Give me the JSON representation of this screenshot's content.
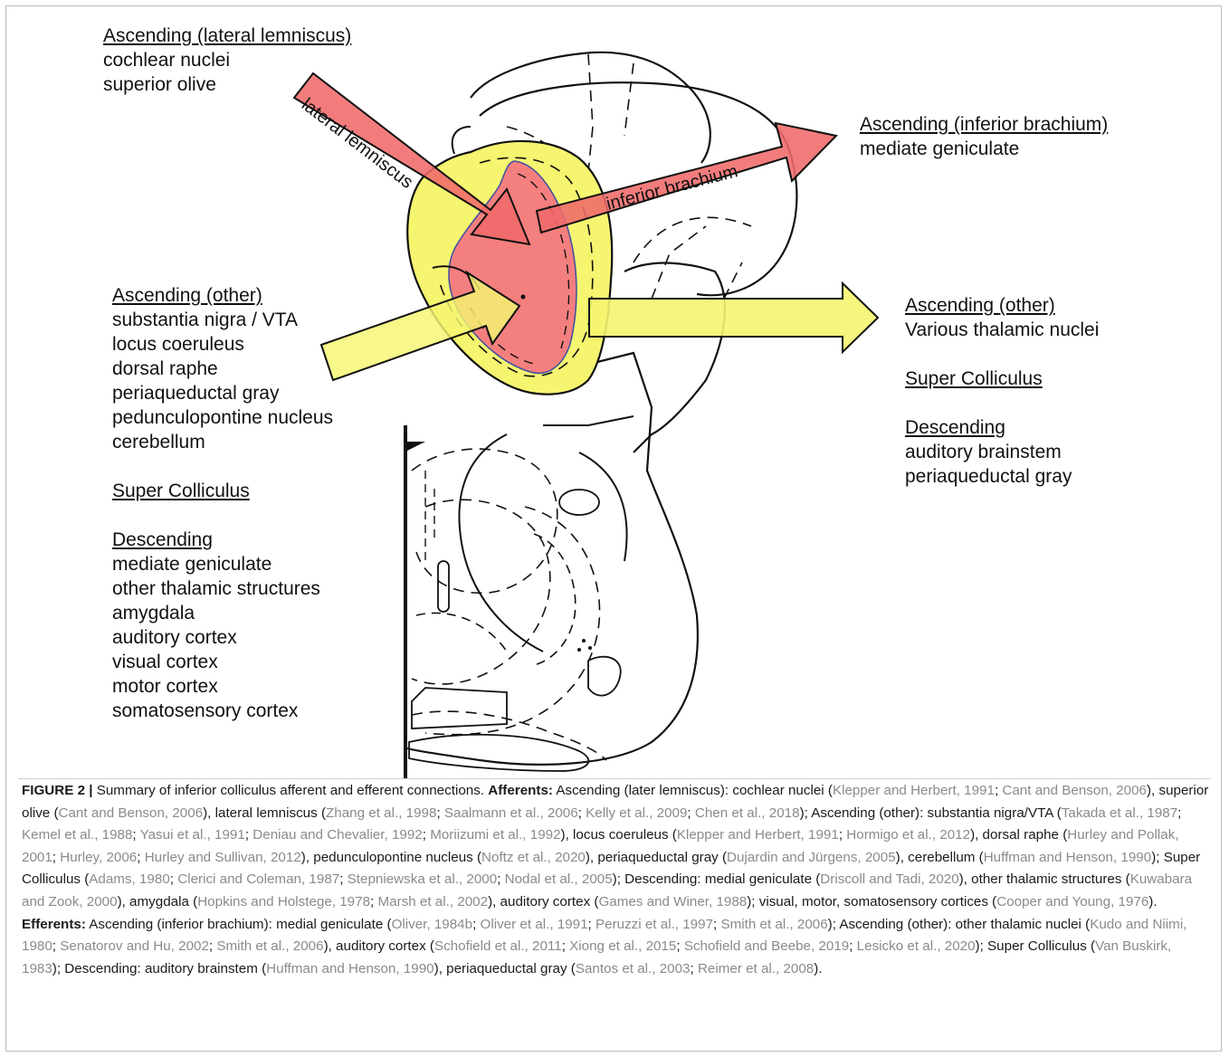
{
  "figure": {
    "left_blocks": [
      {
        "id": "asc-ll",
        "groups": [
          {
            "heading": "Ascending (lateral lemniscus)",
            "items": [
              "cochlear nuclei",
              "superior olive"
            ]
          }
        ]
      },
      {
        "id": "asc-other-left",
        "groups": [
          {
            "heading": "Ascending (other)",
            "items": [
              "substantia nigra / VTA",
              "locus coeruleus",
              "dorsal raphe",
              "periaqueductal gray",
              "pedunculopontine nucleus",
              "cerebellum"
            ]
          },
          {
            "heading": "Super Colliculus",
            "items": []
          },
          {
            "heading": "Descending",
            "items": [
              "mediate geniculate",
              "other thalamic structures",
              "amygdala",
              "auditory cortex",
              "visual cortex",
              "motor cortex",
              "somatosensory cortex"
            ]
          }
        ]
      }
    ],
    "right_blocks": [
      {
        "id": "asc-ib",
        "groups": [
          {
            "heading": "Ascending (inferior brachium)",
            "items": [
              "mediate geniculate"
            ]
          }
        ]
      },
      {
        "id": "asc-other-right",
        "groups": [
          {
            "heading": "Ascending (other)",
            "items": [
              "Various thalamic nuclei"
            ]
          },
          {
            "heading": "Super Colliculus",
            "items": []
          },
          {
            "heading": "Descending",
            "items": [
              "auditory brainstem",
              "periaqueductal gray"
            ]
          }
        ]
      }
    ],
    "arrow_labels": {
      "lateral_lemniscus": "lateral lemniscus",
      "inferior_brachium": "inferior brachium"
    },
    "colors": {
      "red_arrow": "#f06a6a",
      "red_region": "#f47f7f",
      "yellow": "#f5f570",
      "outline": "#111111"
    }
  },
  "caption": {
    "segments": [
      {
        "t": "FIGURE 2 | ",
        "s": "b"
      },
      {
        "t": "Summary of inferior colliculus afferent and efferent connections. ",
        "s": "n"
      },
      {
        "t": "Afferents:",
        "s": "b"
      },
      {
        "t": " Ascending (later lemniscus): cochlear nuclei (",
        "s": "n"
      },
      {
        "t": "Klepper and Herbert, 1991",
        "s": "r"
      },
      {
        "t": "; ",
        "s": "n"
      },
      {
        "t": "Cant and Benson, 2006",
        "s": "r"
      },
      {
        "t": "), superior olive (",
        "s": "n"
      },
      {
        "t": "Cant and Benson, 2006",
        "s": "r"
      },
      {
        "t": "), lateral lemniscus (",
        "s": "n"
      },
      {
        "t": "Zhang et al., 1998",
        "s": "r"
      },
      {
        "t": "; ",
        "s": "n"
      },
      {
        "t": "Saalmann et al., 2006",
        "s": "r"
      },
      {
        "t": "; ",
        "s": "n"
      },
      {
        "t": "Kelly et al., 2009",
        "s": "r"
      },
      {
        "t": "; ",
        "s": "n"
      },
      {
        "t": "Chen et al., 2018",
        "s": "r"
      },
      {
        "t": "); Ascending (other): substantia nigra/VTA (",
        "s": "n"
      },
      {
        "t": "Takada et al., 1987",
        "s": "r"
      },
      {
        "t": "; ",
        "s": "n"
      },
      {
        "t": "Kemel et al., 1988",
        "s": "r"
      },
      {
        "t": "; ",
        "s": "n"
      },
      {
        "t": "Yasui et al., 1991",
        "s": "r"
      },
      {
        "t": "; ",
        "s": "n"
      },
      {
        "t": "Deniau and Chevalier, 1992",
        "s": "r"
      },
      {
        "t": "; ",
        "s": "n"
      },
      {
        "t": "Moriizumi et al., 1992",
        "s": "r"
      },
      {
        "t": "), locus coeruleus (",
        "s": "n"
      },
      {
        "t": "Klepper and Herbert, 1991",
        "s": "r"
      },
      {
        "t": "; ",
        "s": "n"
      },
      {
        "t": "Hormigo et al., 2012",
        "s": "r"
      },
      {
        "t": "), dorsal raphe (",
        "s": "n"
      },
      {
        "t": "Hurley and Pollak, 2001",
        "s": "r"
      },
      {
        "t": "; ",
        "s": "n"
      },
      {
        "t": "Hurley, 2006",
        "s": "r"
      },
      {
        "t": "; ",
        "s": "n"
      },
      {
        "t": "Hurley and Sullivan, 2012",
        "s": "r"
      },
      {
        "t": "), pedunculopontine nucleus (",
        "s": "n"
      },
      {
        "t": "Noftz et al., 2020",
        "s": "r"
      },
      {
        "t": "), periaqueductal gray (",
        "s": "n"
      },
      {
        "t": "Dujardin and Jürgens, 2005",
        "s": "r"
      },
      {
        "t": "), cerebellum (",
        "s": "n"
      },
      {
        "t": "Huffman and Henson, 1990",
        "s": "r"
      },
      {
        "t": "); Super Colliculus (",
        "s": "n"
      },
      {
        "t": "Adams, 1980",
        "s": "r"
      },
      {
        "t": "; ",
        "s": "n"
      },
      {
        "t": "Clerici and Coleman, 1987",
        "s": "r"
      },
      {
        "t": "; ",
        "s": "n"
      },
      {
        "t": "Stepniewska et al., 2000",
        "s": "r"
      },
      {
        "t": "; ",
        "s": "n"
      },
      {
        "t": "Nodal et al., 2005",
        "s": "r"
      },
      {
        "t": "); Descending: medial geniculate (",
        "s": "n"
      },
      {
        "t": "Driscoll and Tadi, 2020",
        "s": "r"
      },
      {
        "t": "), other thalamic structures (",
        "s": "n"
      },
      {
        "t": "Kuwabara and Zook, 2000",
        "s": "r"
      },
      {
        "t": "), amygdala (",
        "s": "n"
      },
      {
        "t": "Hopkins and Holstege, 1978",
        "s": "r"
      },
      {
        "t": "; ",
        "s": "n"
      },
      {
        "t": "Marsh et al., 2002",
        "s": "r"
      },
      {
        "t": "), auditory cortex (",
        "s": "n"
      },
      {
        "t": "Games and Winer, 1988",
        "s": "r"
      },
      {
        "t": "); visual, motor, somatosensory cortices (",
        "s": "n"
      },
      {
        "t": "Cooper and Young, 1976",
        "s": "r"
      },
      {
        "t": "). ",
        "s": "n"
      },
      {
        "t": "Efferents:",
        "s": "b"
      },
      {
        "t": " Ascending (inferior brachium): medial geniculate (",
        "s": "n"
      },
      {
        "t": "Oliver, 1984b",
        "s": "r"
      },
      {
        "t": "; ",
        "s": "n"
      },
      {
        "t": "Oliver et al., 1991",
        "s": "r"
      },
      {
        "t": "; ",
        "s": "n"
      },
      {
        "t": "Peruzzi et al., 1997",
        "s": "r"
      },
      {
        "t": "; ",
        "s": "n"
      },
      {
        "t": "Smith et al., 2006",
        "s": "r"
      },
      {
        "t": "); Ascending (other): other thalamic nuclei (",
        "s": "n"
      },
      {
        "t": "Kudo and Niimi, 1980",
        "s": "r"
      },
      {
        "t": "; ",
        "s": "n"
      },
      {
        "t": "Senatorov and Hu, 2002",
        "s": "r"
      },
      {
        "t": "; ",
        "s": "n"
      },
      {
        "t": "Smith et al., 2006",
        "s": "r"
      },
      {
        "t": "), auditory cortex (",
        "s": "n"
      },
      {
        "t": "Schofield et al., 2011",
        "s": "r"
      },
      {
        "t": "; ",
        "s": "n"
      },
      {
        "t": "Xiong et al., 2015",
        "s": "r"
      },
      {
        "t": "; ",
        "s": "n"
      },
      {
        "t": "Schofield and Beebe, 2019",
        "s": "r"
      },
      {
        "t": "; ",
        "s": "n"
      },
      {
        "t": "Lesicko et al., 2020",
        "s": "r"
      },
      {
        "t": "); Super Colliculus (",
        "s": "n"
      },
      {
        "t": "Van Buskirk, 1983",
        "s": "r"
      },
      {
        "t": "); Descending: auditory brainstem (",
        "s": "n"
      },
      {
        "t": "Huffman and Henson, 1990",
        "s": "r"
      },
      {
        "t": "), periaqueductal gray (",
        "s": "n"
      },
      {
        "t": "Santos et al., 2003",
        "s": "r"
      },
      {
        "t": "; ",
        "s": "n"
      },
      {
        "t": "Reimer et al., 2008",
        "s": "r"
      },
      {
        "t": ").",
        "s": "n"
      }
    ]
  }
}
